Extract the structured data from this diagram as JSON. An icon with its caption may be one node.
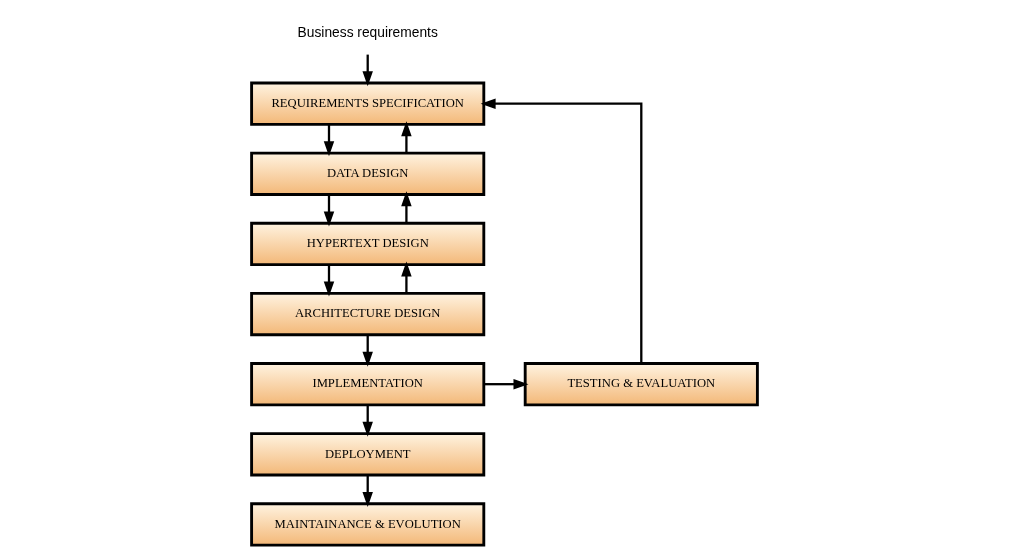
{
  "diagram": {
    "nodes": [
      {
        "text": [
          "Business requirements"
        ]
      },
      {
        "text": [
          "REQUIREMENTS SPECIFICATION"
        ]
      },
      {
        "text": [
          "DATA DESIGN"
        ]
      },
      {
        "text": [
          "HYPERTEXT DESIGN"
        ]
      },
      {
        "text": [
          "ARCHITECTURE DESIGN"
        ]
      },
      {
        "text": [
          "IMPLEMENTATION"
        ]
      },
      {
        "text": [
          "TESTING & EVALUATION"
        ]
      },
      {
        "text": [
          "DEPLOYMENT"
        ]
      },
      {
        "text": [
          "MAINTAINANCE & EVOLUTION"
        ]
      }
    ],
    "edges": [
      {
        "from": 0,
        "to": 1,
        "arrow": "to"
      },
      {
        "from": 1,
        "to": 2,
        "arrow": "to"
      },
      {
        "from": 2,
        "to": 1,
        "arrow": "to"
      },
      {
        "from": 2,
        "to": 3,
        "arrow": "to"
      },
      {
        "from": 3,
        "to": 2,
        "arrow": "to"
      },
      {
        "from": 3,
        "to": 4,
        "arrow": "to"
      },
      {
        "from": 4,
        "to": 3,
        "arrow": "to"
      },
      {
        "from": 4,
        "to": 5,
        "arrow": "to"
      },
      {
        "from": 5,
        "to": 6,
        "arrow": "to"
      },
      {
        "from": 6,
        "to": 1,
        "arrow": "to"
      },
      {
        "from": 5,
        "to": 7,
        "arrow": "to"
      },
      {
        "from": 7,
        "to": 8,
        "arrow": "to"
      }
    ]
  }
}
